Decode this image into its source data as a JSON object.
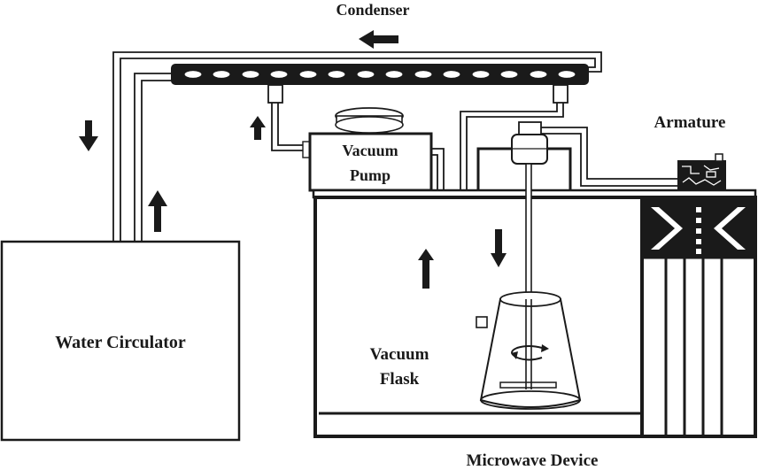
{
  "labels": {
    "condenser": "Condenser",
    "armature": "Armature",
    "vacuum_pump_line1": "Vacuum",
    "vacuum_pump_line2": "Pump",
    "water_circulator": "Water Circulator",
    "vacuum_flask_line1": "Vacuum",
    "vacuum_flask_line2": "Flask",
    "microwave_device": "Microwave Device"
  },
  "icons": {
    "flow_arrow": "flow-arrow-icon",
    "stirrer_rotation": "rotation-arrow-icon",
    "control_panel": "control-panel-icon"
  },
  "colors": {
    "ink": "#1a1a1a",
    "background": "#ffffff"
  }
}
